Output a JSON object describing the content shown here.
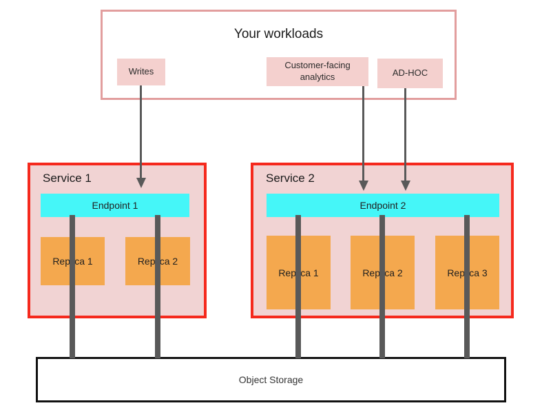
{
  "colors": {
    "service_border": "#f5291d",
    "service_fill": "#f1d3d3",
    "workloads_border": "#e29e9e",
    "workload_item_fill": "#f4d0ce",
    "endpoint_fill": "#45f6f8",
    "replica_fill": "#f4a84e",
    "connector": "#595959",
    "arrow": "#595959",
    "storage_border": "#111111",
    "text": "#222222"
  },
  "workloads": {
    "title": "Your workloads",
    "items": [
      {
        "label": "Writes"
      },
      {
        "label": "Customer-facing analytics"
      },
      {
        "label": "AD-HOC"
      }
    ]
  },
  "services": [
    {
      "title": "Service 1",
      "endpoint": "Endpoint 1",
      "replicas": [
        "Replica 1",
        "Replica 2"
      ]
    },
    {
      "title": "Service 2",
      "endpoint": "Endpoint 2",
      "replicas": [
        "Replica 1",
        "Replica 2",
        "Replica 3"
      ]
    }
  ],
  "storage": {
    "label": "Object Storage"
  }
}
